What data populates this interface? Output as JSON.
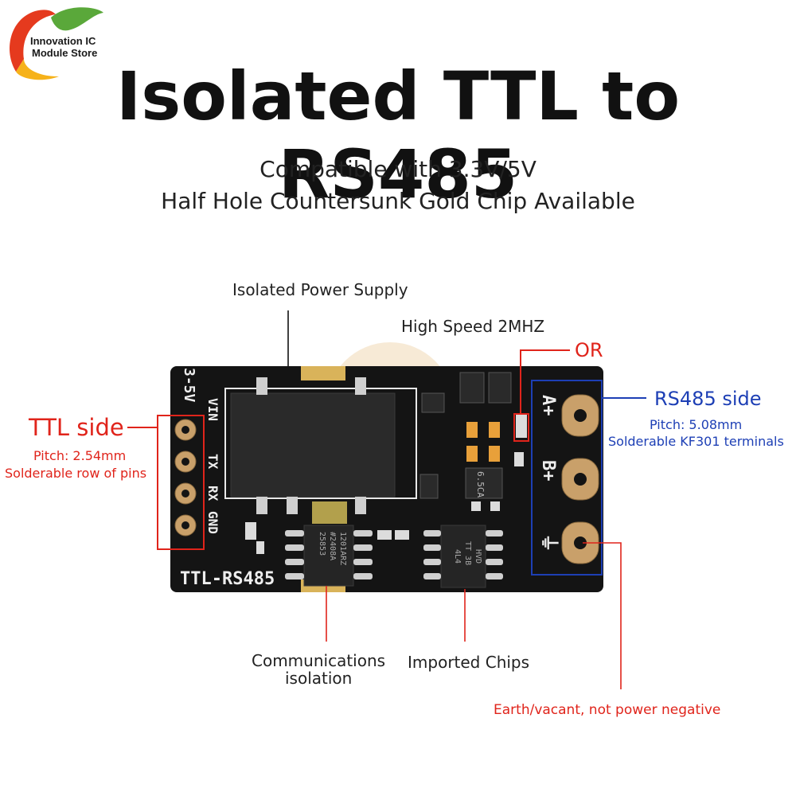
{
  "logo": {
    "line1": "Innovation IC",
    "line2": "Module Store"
  },
  "title": "Isolated TTL to RS485",
  "subtitle_line1": "Compatible with 3.3V/5V",
  "subtitle_line2": "Half Hole Countersunk Gold Chip Available",
  "callouts": {
    "isolated_power": "Isolated Power Supply",
    "high_speed": "High Speed 2MHZ",
    "or": "OR",
    "ttl_side": "TTL side",
    "ttl_pitch": "Pitch: 2.54mm",
    "ttl_pins": "Solderable row of pins",
    "rs485_side": "RS485 side",
    "rs485_pitch": "Pitch: 5.08mm",
    "rs485_terminals": "Solderable KF301 terminals",
    "comm_isolation_1": "Communications",
    "comm_isolation_2": "isolation",
    "imported_chips": "Imported Chips",
    "earth": "Earth/vacant, not power negative"
  },
  "board": {
    "voltage": "3-5V",
    "pins": [
      "VIN",
      "TX",
      "RX",
      "GND"
    ],
    "name": "TTL-RS485",
    "terminals": [
      "A+",
      "B+",
      "⏚"
    ],
    "chip1": [
      "1201ARZ",
      "#2408A",
      "25853"
    ],
    "chip2": [
      "HVD",
      "TT 3B",
      "4L4"
    ],
    "diode": "6.5CA"
  },
  "colors": {
    "accent_red": "#e0241b",
    "accent_blue": "#1d3fb5",
    "board": "#141414",
    "gold": "#c9a06a"
  }
}
